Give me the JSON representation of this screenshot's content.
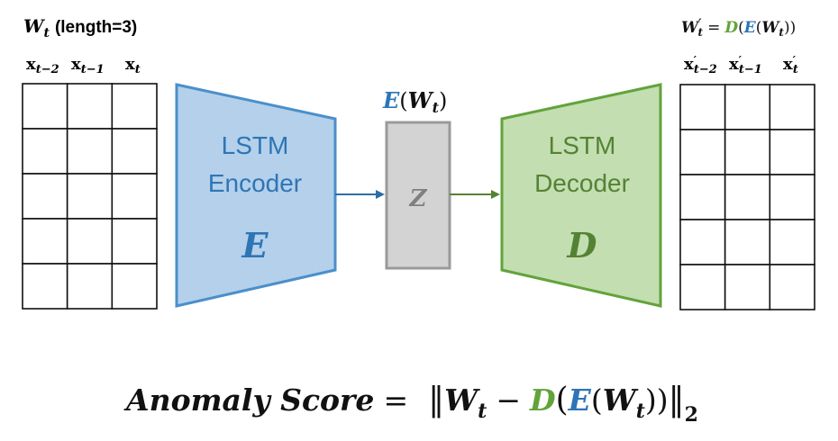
{
  "input": {
    "window_label": "W",
    "window_sub": "t",
    "length_note": "(length=3)",
    "columns": [
      {
        "base": "x",
        "sub": "t−2"
      },
      {
        "base": "x",
        "sub": "t−1"
      },
      {
        "base": "x",
        "sub": "t"
      }
    ],
    "grid_rows": 5,
    "grid_cols": 3
  },
  "encoder": {
    "line1": "LSTM",
    "line2": "Encoder",
    "symbol": "E",
    "color": "#5b9bd5",
    "fill": "#b4d0ea"
  },
  "latent": {
    "label_e": "E",
    "label_w": "W",
    "label_sub": "t",
    "symbol": "Z",
    "fill": "#d3d3d3",
    "stroke": "#9a9a9a"
  },
  "decoder": {
    "line1": "LSTM",
    "line2": "Decoder",
    "symbol": "D",
    "color": "#70ad47",
    "fill": "#c3deb1"
  },
  "output": {
    "prime_w": "W",
    "prime_mark": "′",
    "prime_sub": "t",
    "equals": "=",
    "d": "D",
    "e": "E",
    "columns": [
      {
        "base": "x",
        "prime": "′",
        "sub": "t−2"
      },
      {
        "base": "x",
        "prime": "′",
        "sub": "t−1"
      },
      {
        "base": "x",
        "prime": "′",
        "sub": "t"
      }
    ],
    "grid_rows": 5,
    "grid_cols": 3
  },
  "score": {
    "label": "Anomaly Score",
    "equals": "=",
    "w": "W",
    "w_sub": "t",
    "minus": "−",
    "d": "D",
    "e": "E",
    "norm_sub": "2"
  },
  "colors": {
    "encoder_blue": "#4a8fcb",
    "encoder_text": "#2e75b6",
    "decoder_green": "#62a33a",
    "decoder_text": "#548235",
    "arrow_blue": "#2e6da4",
    "arrow_green": "#548235",
    "ink": "#111111"
  }
}
